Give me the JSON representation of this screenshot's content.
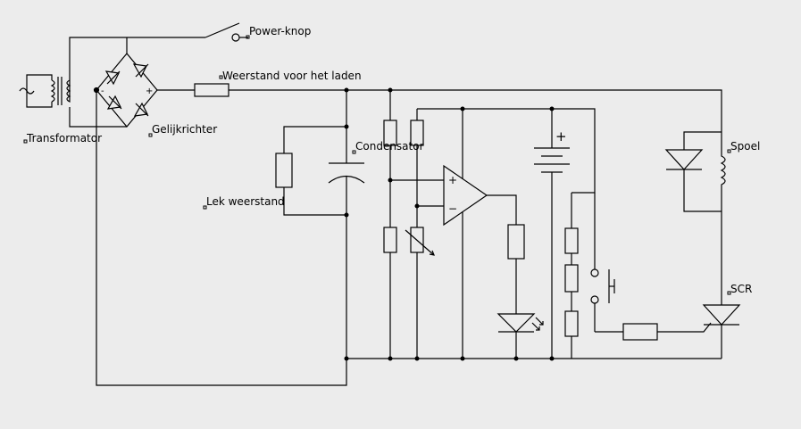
{
  "colors": {
    "background": "#ececec",
    "wire": "#000000"
  },
  "labels": {
    "power_button": "Power-knop",
    "charging_resistor": "Weerstand voor het laden",
    "transformer": "Transformator",
    "rectifier": "Gelijkrichter",
    "capacitor": "Condensator",
    "leak_resistor": "Lek weerstand",
    "coil": "Spoel",
    "scr": "SCR"
  },
  "components": {
    "opamp_plus": "+",
    "opamp_minus": "−",
    "battery_plus": "+",
    "bridge_minus": "-",
    "bridge_plus": "+"
  }
}
